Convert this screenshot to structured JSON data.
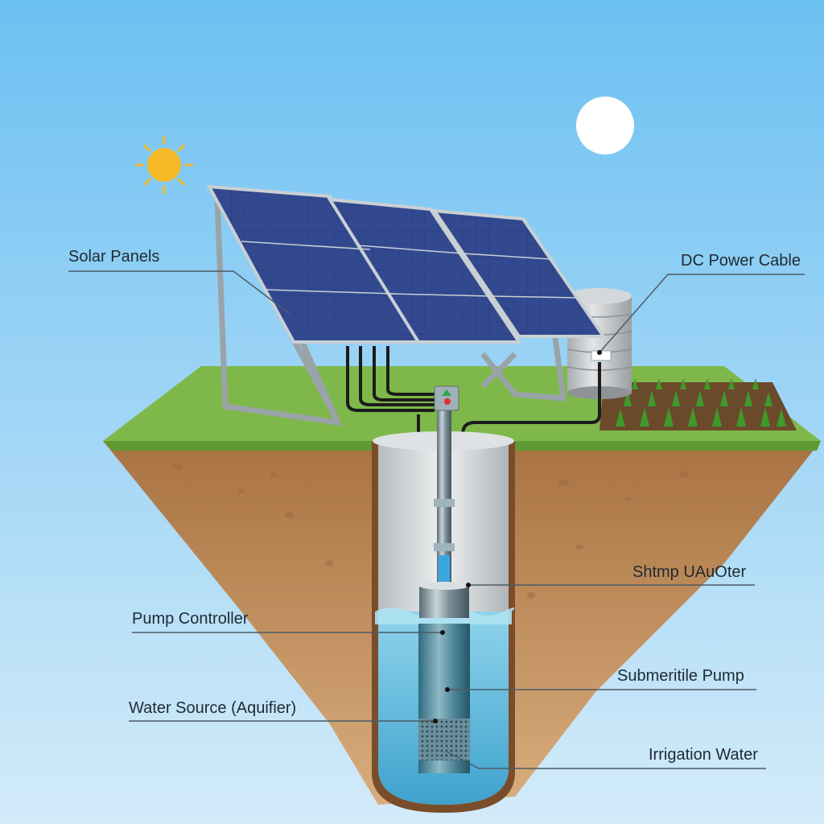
{
  "title": "Solar-Powered Submersible Pump Irrigation System",
  "labels": {
    "solar_panels": "Solar Panels",
    "dc_power_cable": "DC Power Cable",
    "stump_unit": "Shtmp UAuOter",
    "pump_controller": "Pump Controller",
    "submersible_pump": "Submeritile Pump",
    "water_source": "Water Source (Aquifier)",
    "irrigation_water": "Irrigation Water"
  },
  "colors": {
    "sky_top": "#6cc0f2",
    "sky_bottom": "#cde8f8",
    "grass": "#7fb84a",
    "soil": "#b98550",
    "water": "#5fb7da",
    "panel": "#2c3e7a",
    "sun": "#f7b928"
  }
}
